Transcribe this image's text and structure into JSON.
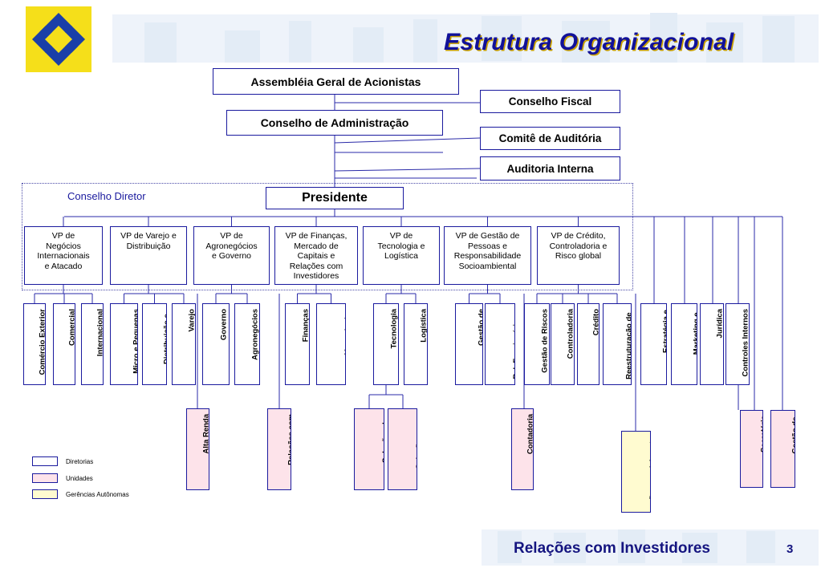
{
  "header": {
    "title": "Estrutura Organizacional"
  },
  "footer": {
    "title": "Relações com Investidores",
    "page": "3"
  },
  "colors": {
    "accent": "#1a1a9e",
    "unidades": "#fde3ea",
    "gerencias": "#fffbd0",
    "logo_yellow": "#f5df1a",
    "logo_blue": "#1a3fa8"
  },
  "icons": {
    "logo": "banco-do-brasil-logo-icon"
  },
  "governance": {
    "assembleia": "Assembléia Geral de Acionistas",
    "conselho_fiscal": "Conselho Fiscal",
    "conselho_admin": "Conselho de Administração",
    "comite_auditoria": "Comitê de Auditória",
    "auditoria_interna": "Auditoria Interna"
  },
  "conselho_diretor": {
    "label": "Conselho Diretor",
    "presidente": "Presidente"
  },
  "vps": [
    "VP de\nNegócios\nInternacionais\ne Atacado",
    "VP de Varejo e\nDistribuição",
    "VP de\nAgronegócios\ne Governo",
    "VP de Finanças,\nMercado de\nCapitais e\nRelações com\nInvestidores",
    "VP de\nTecnologia e\nLogística",
    "VP de Gestão de\nPessoas e\nResponsabilidade\nSocioambiental",
    "VP de Crédito,\nControladoria e\nRisco global"
  ],
  "diretorias": [
    "Comércio Exterior",
    "Comercial",
    "Internacional",
    "Micro e Pequenas\nEmpresas",
    "Distribuição e\nCanais de Varejo",
    "Varejo",
    "Governo",
    "Agronegócios",
    "Finanças",
    "Mercado de\nCapitais e\nInvestimentos",
    "Tecnologia",
    "Logística",
    "Gestão de\nPessoas",
    "Rel. Funcionários e\nRespons.\nSocioambiental",
    "Gestão de Riscos",
    "Controladoria",
    "Crédito",
    "Reestruturação de\nAtivos Operacionais",
    "Estratégia e\nOrganização",
    "Marketing e\nComunicação",
    "Jurídica",
    "Controles Internos"
  ],
  "unidades": [
    "Alta Renda",
    "Relações com\nInvestidores",
    "Soluções de\nInfra-Estrutura\nTecnológica",
    "Soluções em\nDesenvolvimento\nde Aplicativos",
    "Contadoria",
    "Secretária\nExecutiva",
    "Gestão de\nSegurança"
  ],
  "gerencias": [
    "Desenvolvimento\nRegional\nSustentável"
  ],
  "legend": [
    {
      "label": "Diretorias"
    },
    {
      "label": "Unidades"
    },
    {
      "label": "Gerências Autônomas"
    }
  ]
}
